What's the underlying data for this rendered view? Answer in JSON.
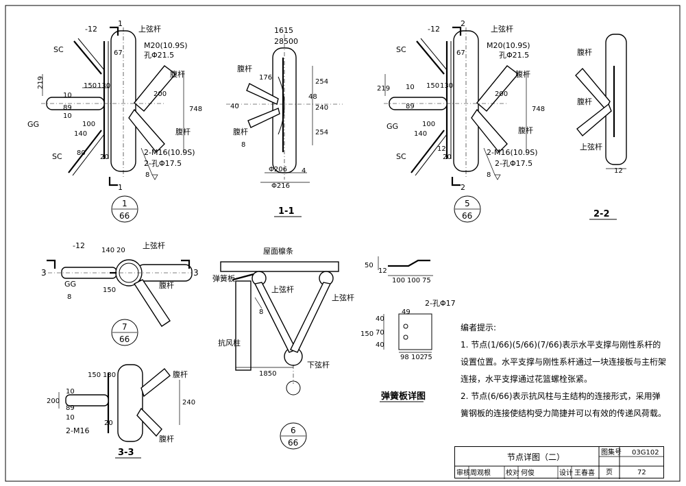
{
  "sheet": {
    "title": "节点详图（二）",
    "atlas_label": "图集号",
    "atlas_no": "03G102",
    "page_label": "页",
    "page_no": "72",
    "review_label": "审核",
    "review_name": "周观根",
    "check_label": "校对",
    "check_name": "何俊",
    "design_label": "设计",
    "design_name": "王春喜"
  },
  "detail_1": {
    "sec_num": "1",
    "upper_chord": "上弦杆",
    "bolt": "M20(10.9S)",
    "hole": "孔Φ21.5",
    "web_top": "腹杆",
    "web_bottom": "腹杆",
    "bolt2": "2-M16(10.9S)",
    "hole2": "2-孔Φ17.5",
    "sc_top": "SC",
    "sc_bottom": "SC",
    "gg": "GG",
    "d_m12": "-12",
    "d_67": "67",
    "d_219": "219",
    "d_150": "150",
    "d_130": "130",
    "d_10a": "10",
    "d_89": "89",
    "d_10b": "10",
    "d_200": "200",
    "d_748": "748",
    "d_140": "140",
    "d_100": "100",
    "d_80": "80",
    "d_20": "20",
    "d_8": "8",
    "circ_top": "1",
    "circ_bot": "66"
  },
  "detail_11": {
    "label": "1-1",
    "d_1615": "1615",
    "d_28500": "28500",
    "web1": "腹杆",
    "web2": "腹杆",
    "d_176": "176",
    "d_254a": "254",
    "d_40": "40",
    "d_48": "48",
    "d_240": "240",
    "d_254b": "254",
    "d_8": "8",
    "d_206": "Φ206",
    "d_4": "4",
    "d_216": "Φ216"
  },
  "detail_5": {
    "sec_num": "2",
    "upper_chord": "上弦杆",
    "bolt": "M20(10.9S)",
    "hole": "孔Φ21.5",
    "web_top": "腹杆",
    "web_bottom": "腹杆",
    "bolt2": "2-M16(10.9S)",
    "hole2": "2-孔Φ17.5",
    "sc_top": "SC",
    "sc_bottom": "SC",
    "gg": "GG",
    "d_m12": "-12",
    "d_67": "67",
    "d_219": "219",
    "d_150": "150",
    "d_130": "130",
    "d_10": "10",
    "d_89": "89",
    "d_200": "200",
    "d_748": "748",
    "d_140": "140",
    "d_100": "100",
    "d_12": "12",
    "d_20": "20",
    "d_8": "8",
    "circ_top": "5",
    "circ_bot": "66"
  },
  "detail_22": {
    "label": "2-2",
    "web1": "腹杆",
    "web2": "腹杆",
    "upper_chord": "上弦杆",
    "d_12": "12"
  },
  "detail_7": {
    "sec_num": "3",
    "upper_chord": "上弦杆",
    "web": "腹杆",
    "gg": "GG",
    "d_m12": "-12",
    "d_140": "140",
    "d_20": "20",
    "d_150": "150",
    "d_8": "8",
    "circ_top": "7",
    "circ_bot": "66"
  },
  "detail_33": {
    "label": "3-3",
    "web1": "腹杆",
    "web2": "腹杆",
    "bolt": "2-M16",
    "d_150": "150",
    "d_130": "130",
    "d_200": "200",
    "d_10a": "10",
    "d_89": "89",
    "d_10b": "10",
    "d_240": "240",
    "d_20": "20"
  },
  "detail_6": {
    "purlin": "屋面檩条",
    "spring_plate": "弹簧板",
    "upper_chord1": "上弦杆",
    "upper_chord2": "上弦杆",
    "wind_col": "抗风柱",
    "lower_chord": "下弦杆",
    "d_8": "8",
    "d_1850": "1850",
    "circ_top": "6",
    "circ_bot": "66"
  },
  "spring": {
    "title": "弹簧板详图",
    "d_50": "50",
    "d_12": "12",
    "d_100a": "100",
    "d_100b": "100",
    "d_75a": "75",
    "hole": "2-孔Φ17",
    "d_49": "49",
    "d_150": "150",
    "d_40a": "40",
    "d_70": "70",
    "d_40b": "40",
    "d_98": "98",
    "d_102": "102",
    "d_75b": "75"
  },
  "notes": {
    "heading": "编者提示:",
    "n1_prefix": "1. 节点",
    "n1_text": "表示水平支撑与刚性系杆的设置位置。水平支撑与刚性系杆通过一块连接板与主桁架连接，水平支撑通过花篮螺栓张紧。",
    "n2_prefix": "2. 节点",
    "n2_text": "表示抗风柱与主结构的连接形式，采用弹簧钢板的连接使结构受力简捷并可以有效的传递风荷载。",
    "ref1": "1",
    "ref5": "5",
    "ref7": "7",
    "ref6": "6",
    "ref_den": "66"
  }
}
